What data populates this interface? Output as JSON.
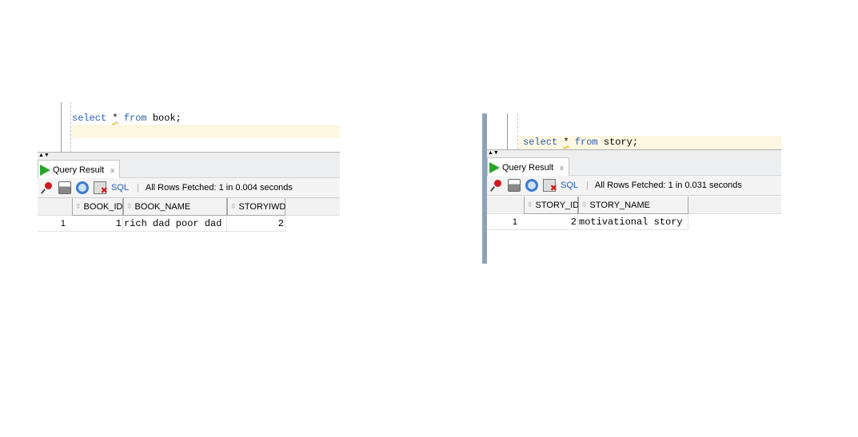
{
  "left": {
    "query": {
      "k1": "select",
      "star": "*",
      "k2": "from",
      "rest": " book;"
    },
    "tab": "Query Result",
    "tab_close": "x",
    "sql": "SQL",
    "status": "All Rows Fetched: 1 in 0.004 seconds",
    "columns": [
      "BOOK_ID",
      "BOOK_NAME",
      "STORYIWD"
    ],
    "rows": [
      {
        "n": "1",
        "cells": [
          "1",
          "rich dad poor dad",
          "2"
        ]
      }
    ]
  },
  "right": {
    "query": {
      "k1": "select",
      "star": "*",
      "k2": "from",
      "rest": " story;"
    },
    "tab": "Query Result",
    "tab_close": "x",
    "sql": "SQL",
    "status": "All Rows Fetched: 1 in 0.031 seconds",
    "columns": [
      "STORY_ID",
      "STORY_NAME"
    ],
    "rows": [
      {
        "n": "1",
        "cells": [
          "2",
          "motivational story"
        ]
      }
    ]
  },
  "icons": [
    "pin-icon",
    "print-icon",
    "refresh-icon",
    "delete-icon",
    "sort-icon",
    "play-icon"
  ]
}
